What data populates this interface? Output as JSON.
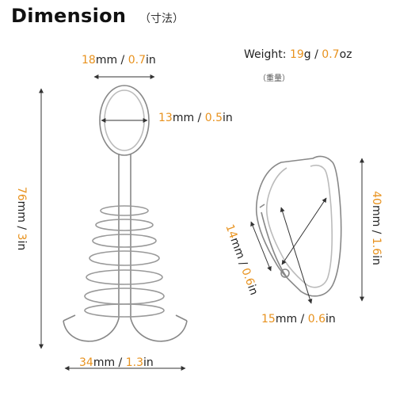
{
  "title": "Dimension",
  "title_sub": "（寸法）",
  "weight": {
    "label": "Weight: ",
    "g_value": "19",
    "g_unit": "g",
    "separator": " / ",
    "oz_value": "0.7",
    "oz_unit": "oz",
    "sub": "（重量）"
  },
  "anchor": {
    "top_width": {
      "mm": "18",
      "in": "0.7"
    },
    "loop_width": {
      "mm": "13",
      "in": "0.5"
    },
    "height": {
      "mm": "76",
      "in": "3"
    },
    "base_width": {
      "mm": "34",
      "in": "1.3"
    }
  },
  "carabiner": {
    "height": {
      "mm": "40",
      "in": "1.6"
    },
    "gate": {
      "mm": "14",
      "in": "0.6"
    },
    "width": {
      "mm": "15",
      "in": "0.6"
    }
  },
  "units": {
    "mm": "mm",
    "sep": " / ",
    "in": "in"
  },
  "colors": {
    "accent": "#e8921e",
    "text": "#222222",
    "line": "#555555"
  }
}
